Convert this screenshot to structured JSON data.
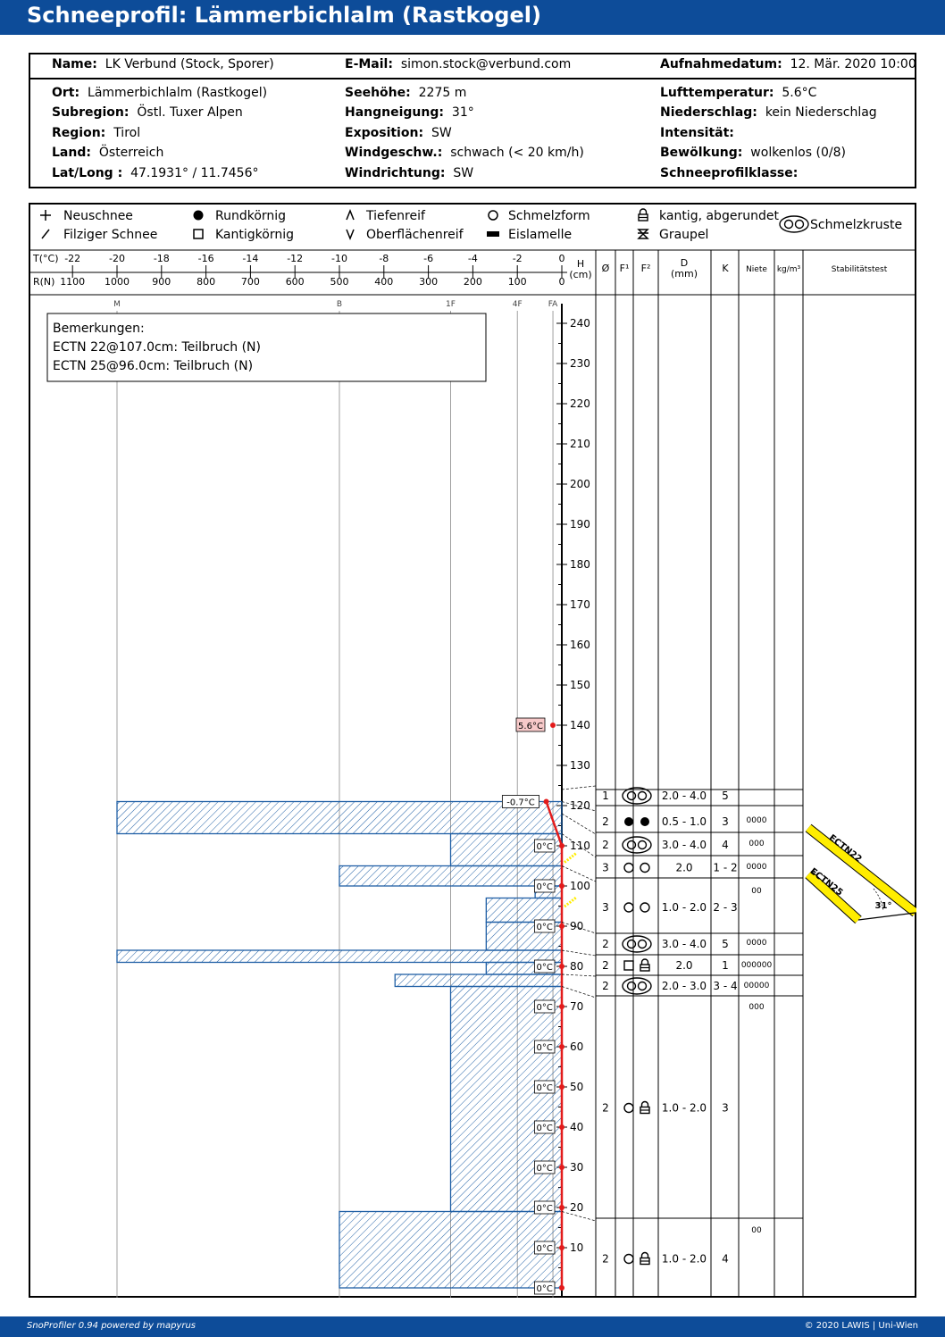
{
  "title": "Schneeprofil: Lämmerbichlalm (Rastkogel)",
  "header": {
    "name_label": "Name:",
    "name": "LK Verbund (Stock, Sporer)",
    "email_label": "E-Mail:",
    "email": "simon.stock@verbund.com",
    "date_label": "Aufnahmedatum:",
    "date": "12. Mär. 2020 10:00"
  },
  "info": {
    "col1": [
      {
        "label": "Ort:",
        "value": "Lämmerbichlalm (Rastkogel)"
      },
      {
        "label": "Subregion:",
        "value": "Östl. Tuxer Alpen"
      },
      {
        "label": "Region:",
        "value": "Tirol"
      },
      {
        "label": "Land:",
        "value": "Österreich"
      },
      {
        "label": "Lat/Long :",
        "value": "47.1931° / 11.7456°"
      }
    ],
    "col2": [
      {
        "label": "Seehöhe:",
        "value": "2275 m"
      },
      {
        "label": "Hangneigung:",
        "value": "31°"
      },
      {
        "label": "Exposition:",
        "value": "SW"
      },
      {
        "label": "Windgeschw.:",
        "value": "schwach (< 20 km/h)"
      },
      {
        "label": "Windrichtung:",
        "value": "SW"
      }
    ],
    "col3": [
      {
        "label": "Lufttemperatur:",
        "value": "5.6°C"
      },
      {
        "label": "Niederschlag:",
        "value": "kein Niederschlag"
      },
      {
        "label": "Intensität:",
        "value": ""
      },
      {
        "label": "Bewölkung:",
        "value": "wolkenlos (0/8)"
      },
      {
        "label": "Schneeprofilklasse:",
        "value": ""
      }
    ]
  },
  "legend": [
    {
      "symbol": "+",
      "label": "Neuschnee"
    },
    {
      "symbol": "●",
      "label": "Rundkörnig"
    },
    {
      "symbol": "Λ",
      "label": "Tiefenreif"
    },
    {
      "symbol": "○",
      "label": "Schmelzform"
    },
    {
      "symbol": "lock",
      "label": "kantig, abgerundet"
    },
    {
      "symbol": "/",
      "label": "Filziger Schnee"
    },
    {
      "symbol": "□",
      "label": "Kantigkörnig"
    },
    {
      "symbol": "V",
      "label": "Oberflächenreif"
    },
    {
      "symbol": "▬",
      "label": "Eislamelle"
    },
    {
      "symbol": "graupel",
      "label": "Graupel"
    },
    {
      "symbol": "crust",
      "label": "Schmelzkruste"
    }
  ],
  "axis": {
    "t_label": "T(°C)",
    "r_label": "R(N)",
    "t_ticks": [
      "-22",
      "-20",
      "-18",
      "-16",
      "-14",
      "-12",
      "-10",
      "-8",
      "-6",
      "-4",
      "-2",
      "0"
    ],
    "r_ticks": [
      "1100",
      "1000",
      "900",
      "800",
      "700",
      "600",
      "500",
      "400",
      "300",
      "200",
      "100",
      "0"
    ],
    "hand_ticks": [
      "M",
      "B",
      "1F",
      "4F",
      "FA"
    ],
    "h_label": "H",
    "h_unit": "(cm)",
    "col_headers": [
      "Ø",
      "F¹",
      "F²",
      "D",
      "(mm)",
      "K",
      "Niete",
      "kg/m³",
      "Stabilitätstest"
    ],
    "h_ticks": [
      240,
      230,
      220,
      210,
      200,
      190,
      180,
      170,
      160,
      150,
      140,
      130,
      120,
      110,
      100,
      90,
      80,
      70,
      60,
      50,
      40,
      30,
      20,
      10
    ]
  },
  "remarks": {
    "heading": "Bemerkungen:",
    "lines": [
      "ECTN 22@107.0cm: Teilbruch (N)",
      "ECTN 25@96.0cm: Teilbruch (N)"
    ]
  },
  "colors": {
    "brand": "#0d4c99",
    "hardness": "#1f5fa5",
    "temperature": "#e31b1b",
    "air_temp_box": "#f7c9c9",
    "stability": "#ffed00"
  },
  "chart_data": {
    "type": "table",
    "snow_height_cm": 121,
    "air_temperature_c": 5.6,
    "air_temperature_label": "5.6°C",
    "temperature_profile": [
      {
        "h": 121,
        "t": -0.7,
        "label": "-0.7°C"
      },
      {
        "h": 110,
        "t": 0,
        "label": "0°C"
      },
      {
        "h": 100,
        "t": 0,
        "label": "0°C"
      },
      {
        "h": 90,
        "t": 0,
        "label": "0°C"
      },
      {
        "h": 80,
        "t": 0,
        "label": "0°C"
      },
      {
        "h": 70,
        "t": 0,
        "label": "0°C"
      },
      {
        "h": 60,
        "t": 0,
        "label": "0°C"
      },
      {
        "h": 50,
        "t": 0,
        "label": "0°C"
      },
      {
        "h": 40,
        "t": 0,
        "label": "0°C"
      },
      {
        "h": 30,
        "t": 0,
        "label": "0°C"
      },
      {
        "h": 20,
        "t": 0,
        "label": "0°C"
      },
      {
        "h": 10,
        "t": 0,
        "label": "0°C"
      },
      {
        "h": 0,
        "t": 0,
        "label": "0°C"
      }
    ],
    "hardness_profile": [
      {
        "from": 121,
        "to": 113,
        "hardness_n": 1000,
        "hand": "M"
      },
      {
        "from": 113,
        "to": 105,
        "hardness_n": 250,
        "hand": "1F"
      },
      {
        "from": 105,
        "to": 100,
        "hardness_n": 500,
        "hand": "B"
      },
      {
        "from": 100,
        "to": 97,
        "hardness_n": 60,
        "hand": "4F+"
      },
      {
        "from": 97,
        "to": 91,
        "hardness_n": 170,
        "hand": "4F-"
      },
      {
        "from": 91,
        "to": 84,
        "hardness_n": 170,
        "hand": "4F-"
      },
      {
        "from": 84,
        "to": 81,
        "hardness_n": 1000,
        "hand": "M"
      },
      {
        "from": 81,
        "to": 78,
        "hardness_n": 170,
        "hand": "4F-"
      },
      {
        "from": 78,
        "to": 75,
        "hardness_n": 375,
        "hand": "1F+"
      },
      {
        "from": 75,
        "to": 19,
        "hardness_n": 250,
        "hand": "1F"
      },
      {
        "from": 19,
        "to": 0,
        "hardness_n": 500,
        "hand": "B"
      }
    ],
    "layers": [
      {
        "from": 121,
        "to": 124,
        "size_class": "1",
        "grain": "crust",
        "d": "2.0 - 4.0",
        "k": "5",
        "niete": ""
      },
      {
        "from": 118,
        "to": 121,
        "size_class": "2",
        "grain": "dots",
        "d": "0.5 - 1.0",
        "k": "3",
        "niete": "0000"
      },
      {
        "from": 113,
        "to": 118,
        "size_class": "2",
        "grain": "crust",
        "d": "3.0 - 4.0",
        "k": "4",
        "niete": "000"
      },
      {
        "from": 105,
        "to": 113,
        "size_class": "3",
        "grain": "circles",
        "d": "2.0",
        "k": "1 - 2",
        "niete": "0000"
      },
      {
        "from": 91,
        "to": 105,
        "size_class": "3",
        "grain": "circles",
        "d": "1.0 - 2.0",
        "k": "2 - 3",
        "niete": "00"
      },
      {
        "from": 84,
        "to": 91,
        "size_class": "2",
        "grain": "crust",
        "d": "3.0 - 4.0",
        "k": "5",
        "niete": "0000"
      },
      {
        "from": 78,
        "to": 84,
        "size_class": "2",
        "grain": "square-lock",
        "d": "2.0",
        "k": "1",
        "niete": "000000"
      },
      {
        "from": 75,
        "to": 78,
        "size_class": "2",
        "grain": "crust",
        "d": "2.0 - 3.0",
        "k": "3 - 4",
        "niete": "00000"
      },
      {
        "from": 19,
        "to": 75,
        "size_class": "2",
        "grain": "circle-lock",
        "d": "1.0 - 2.0",
        "k": "3",
        "niete": "000"
      },
      {
        "from": 0,
        "to": 19,
        "size_class": "2",
        "grain": "circle-lock",
        "d": "1.0 - 2.0",
        "k": "4",
        "niete": "00"
      }
    ],
    "stability_tests": [
      {
        "name": "ECTN22",
        "height_cm": 107
      },
      {
        "name": "ECTN25",
        "height_cm": 96
      }
    ],
    "slope_angle_label": "31°"
  },
  "footer": {
    "left": "SnoProfiler 0.94 powered by mapyrus",
    "right": "© 2020 LAWIS | Uni-Wien"
  }
}
